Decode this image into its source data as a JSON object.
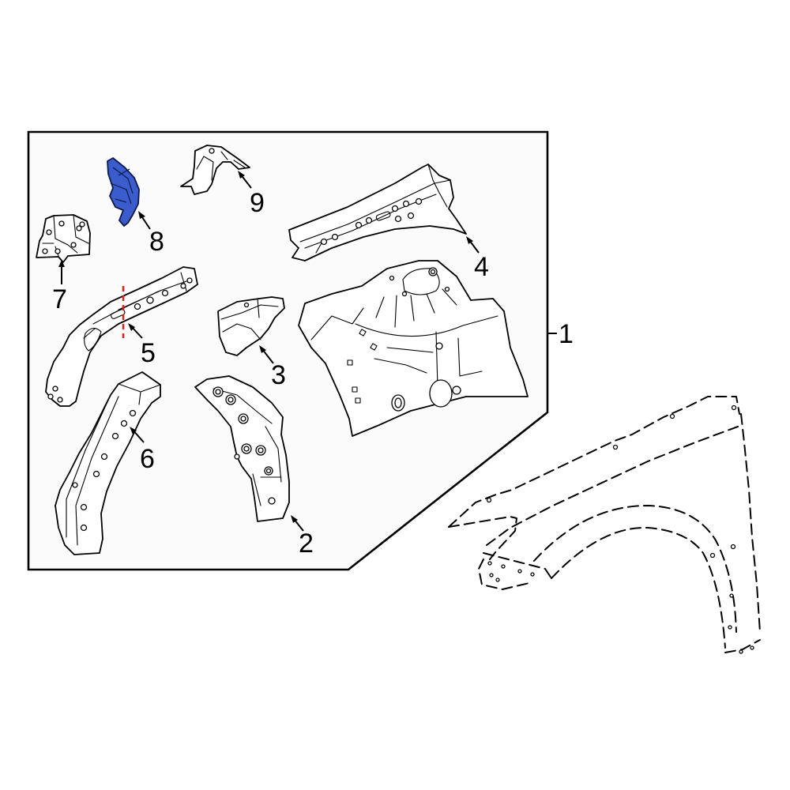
{
  "diagram": {
    "title": "Fender apron / wheelhouse assembly parts diagram",
    "box_fill": "#fbfbfb",
    "highlight_color": "#3a5ccc",
    "cut_line_color": "#e0201a",
    "group_label": "1",
    "callouts": [
      {
        "id": "1",
        "label": "1",
        "part": "Apron assembly (group)"
      },
      {
        "id": "2",
        "label": "2",
        "part": "Inner wheelhouse reinforcement"
      },
      {
        "id": "3",
        "label": "3",
        "part": "Bracket"
      },
      {
        "id": "4",
        "label": "4",
        "part": "Upper rail"
      },
      {
        "id": "5",
        "label": "5",
        "part": "Lower rail"
      },
      {
        "id": "6",
        "label": "6",
        "part": "Rail reinforcement"
      },
      {
        "id": "7",
        "label": "7",
        "part": "Bracket"
      },
      {
        "id": "8",
        "label": "8",
        "part": "Reinforcement (highlighted)",
        "highlighted": true
      },
      {
        "id": "9",
        "label": "9",
        "part": "Bracket"
      }
    ],
    "reference_part": "Fender (dashed outline, reference only)"
  }
}
